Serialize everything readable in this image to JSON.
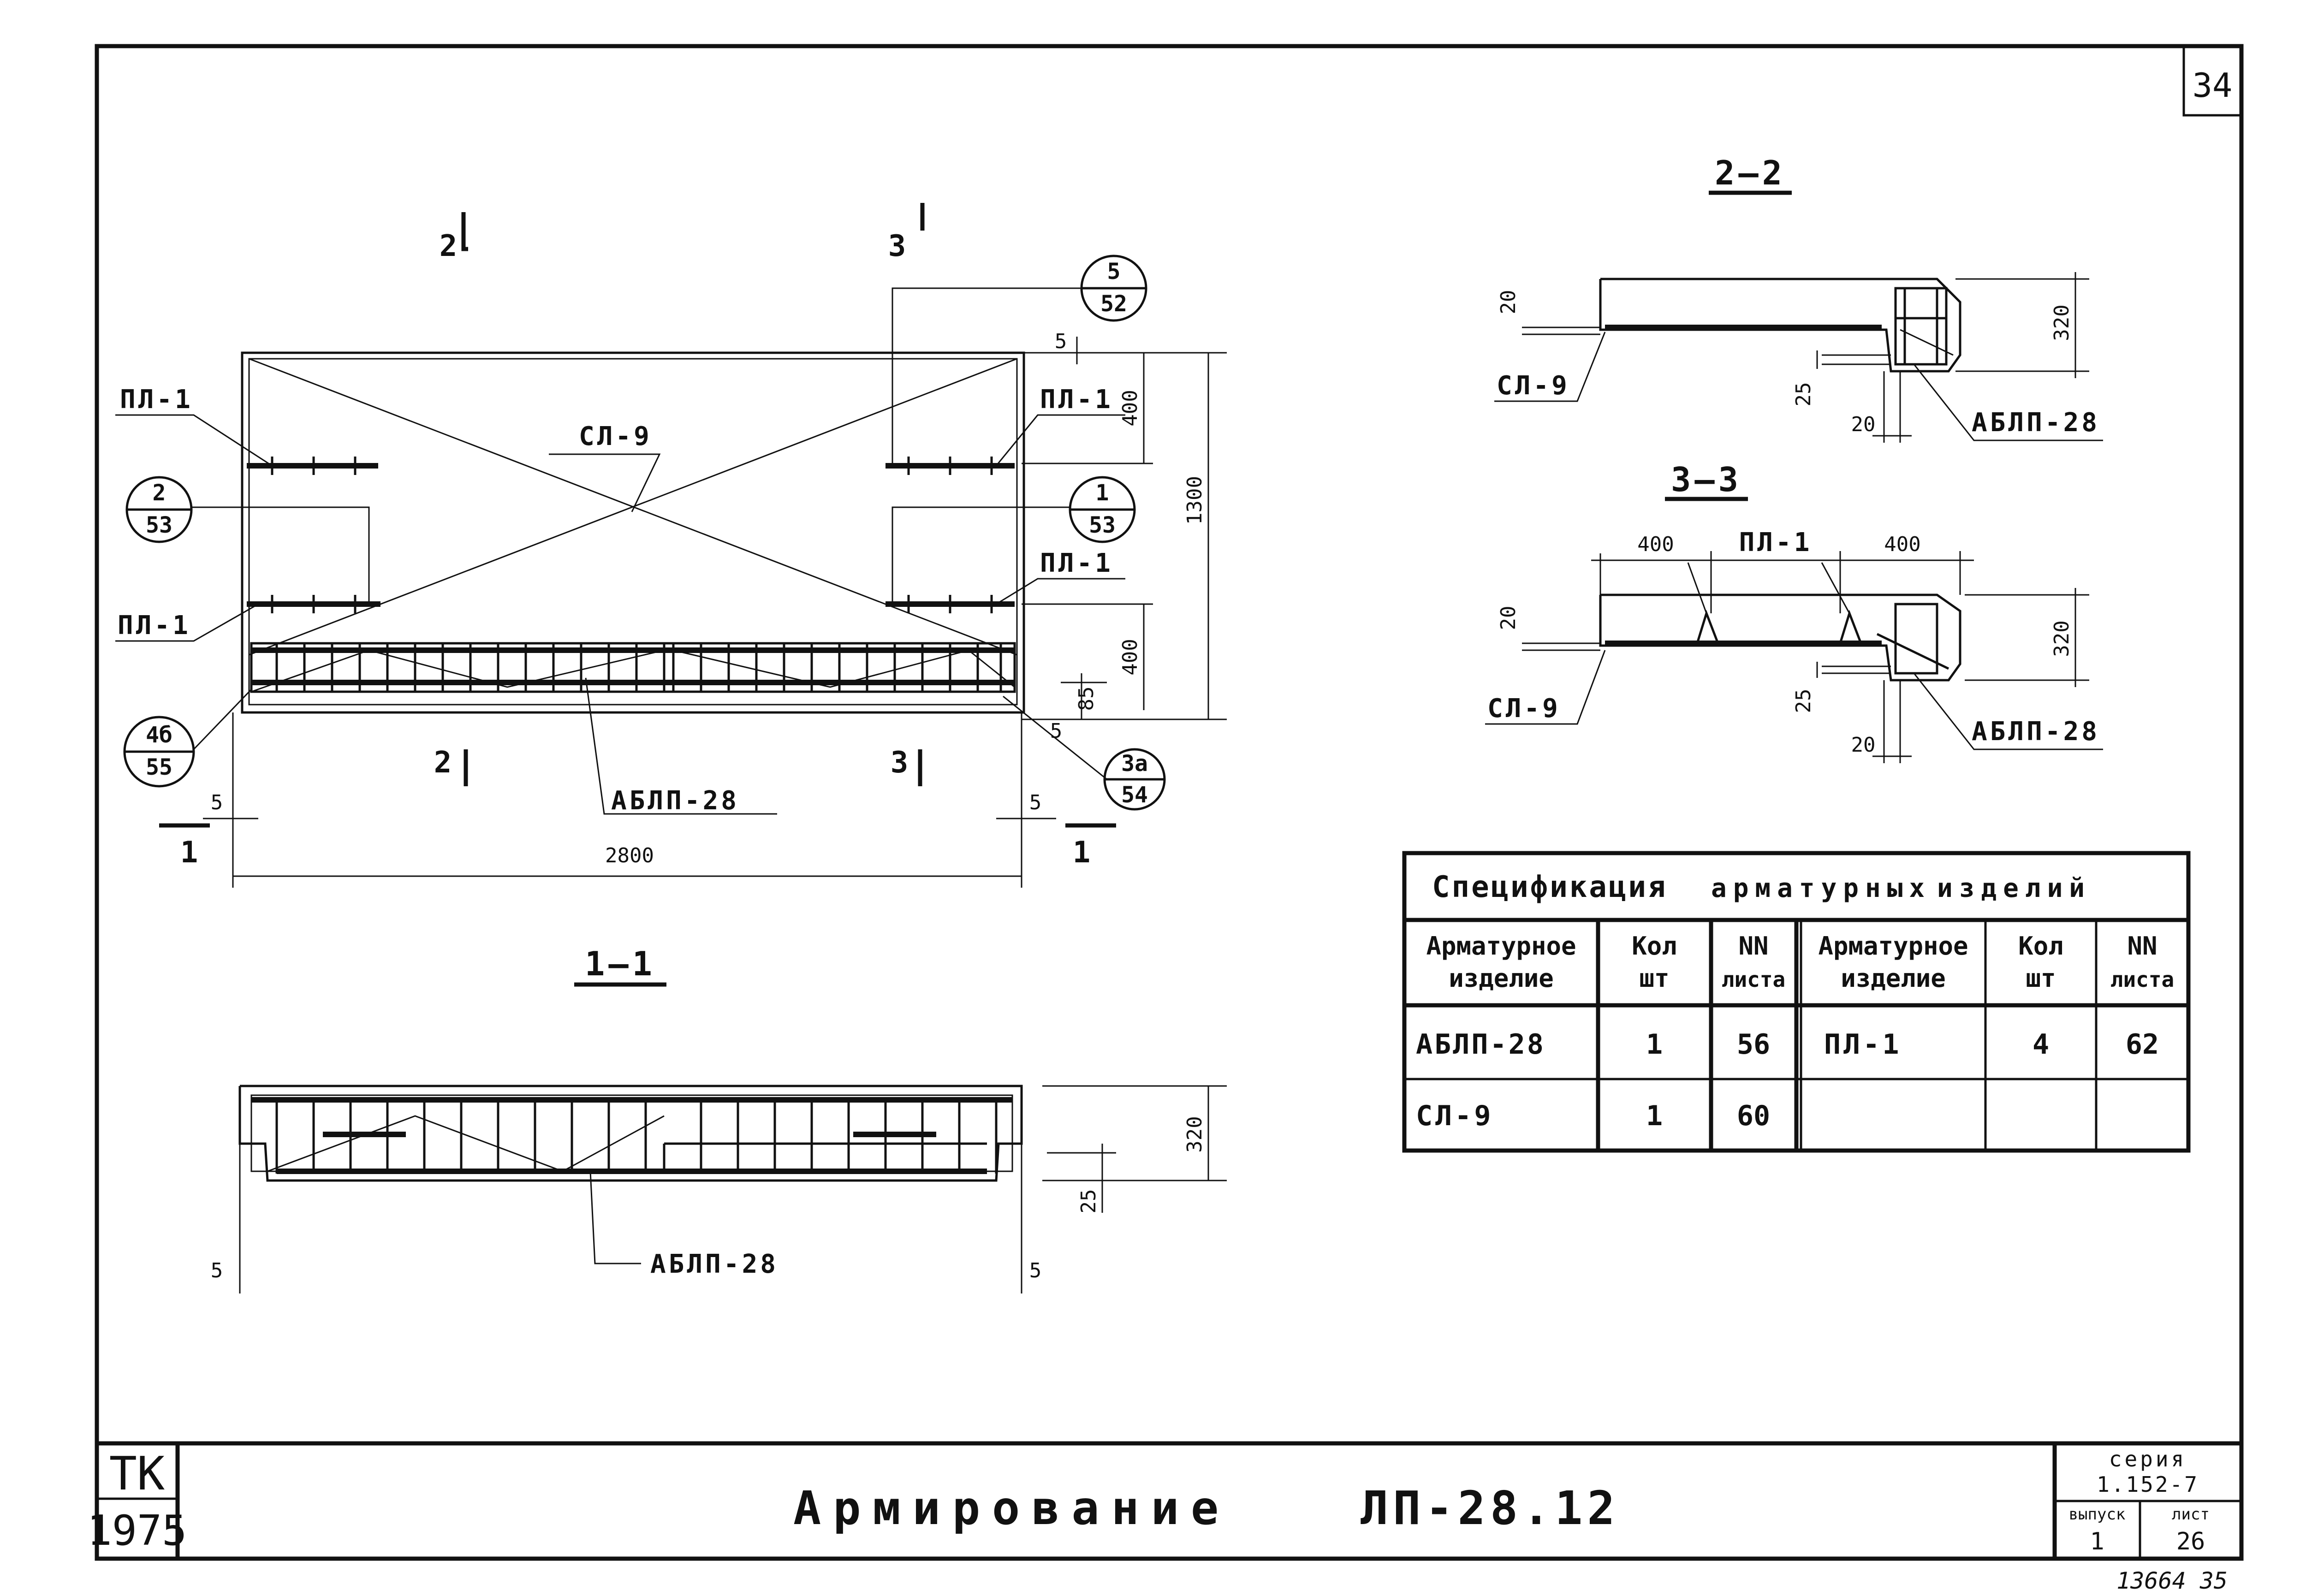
{
  "sheet": {
    "corner_number": "34",
    "footer_note": "13664  35"
  },
  "title_block": {
    "stamp_top": "ТК",
    "stamp_bottom": "1975",
    "title_left": "Армирование",
    "title_right": "ЛП-28.12",
    "series_label": "серия",
    "series_value": "1.152-7",
    "issue_label": "выпуск",
    "issue_value": "1",
    "sheet_label": "лист",
    "sheet_value": "26"
  },
  "plan": {
    "labels": {
      "pl1_top_left": "ПЛ-1",
      "pl1_bottom_left": "ПЛ-1",
      "pl1_top_right": "ПЛ-1",
      "pl1_bottom_right": "ПЛ-1",
      "sl9": "СЛ-9",
      "ablp28": "АБЛП-28"
    },
    "bubbles": [
      {
        "top": "5",
        "bottom": "52"
      },
      {
        "top": "2",
        "bottom": "53"
      },
      {
        "top": "1",
        "bottom": "53"
      },
      {
        "top": "4б",
        "bottom": "55"
      },
      {
        "top": "3а",
        "bottom": "54"
      }
    ],
    "cut_marks": {
      "cut2_top": "2",
      "cut3_top": "3",
      "cut2_bottom": "2",
      "cut3_bottom": "3",
      "cut1_left": "1",
      "cut1_right": "1"
    },
    "dims": {
      "overall_length": "2800",
      "left_end": "5",
      "right_end": "5",
      "top_gap": "5",
      "top_zone": "400",
      "overall_height": "1300",
      "bottom_zone": "400",
      "bottom_offset": "85",
      "bottom_gap": "5"
    }
  },
  "section_1_1": {
    "title": "1—1",
    "label_ablp": "АБЛП-28",
    "dims": {
      "height": "320",
      "step": "25",
      "left_end": "5",
      "right_end": "5"
    }
  },
  "section_2_2": {
    "title": "2—2",
    "label_sl": "СЛ-9",
    "label_ablp": "АБЛП-28",
    "dims": {
      "cover": "20",
      "height": "320",
      "step": "25",
      "width": "20"
    }
  },
  "section_3_3": {
    "title": "3—3",
    "label_pl": "ПЛ-1",
    "label_sl": "СЛ-9",
    "label_ablp": "АБЛП-28",
    "dims": {
      "left_zone": "400",
      "right_zone": "400",
      "cover": "20",
      "height": "320",
      "step": "25",
      "width": "20"
    }
  },
  "spec_table": {
    "title_word1": "Спецификация",
    "title_word2": "арматурных",
    "title_word3": "изделий",
    "headers": {
      "item_line1": "Арматурное",
      "item_line2": "изделие",
      "qty_line1": "Кол",
      "qty_line2": "шт",
      "sheet_line1": "NN",
      "sheet_line2": "листа"
    },
    "rows": [
      {
        "item": "АБЛП-28",
        "qty": "1",
        "sheet": "56",
        "item2": "ПЛ-1",
        "qty2": "4",
        "sheet2": "62"
      },
      {
        "item": "СЛ-9",
        "qty": "1",
        "sheet": "60",
        "item2": "",
        "qty2": "",
        "sheet2": ""
      }
    ]
  }
}
